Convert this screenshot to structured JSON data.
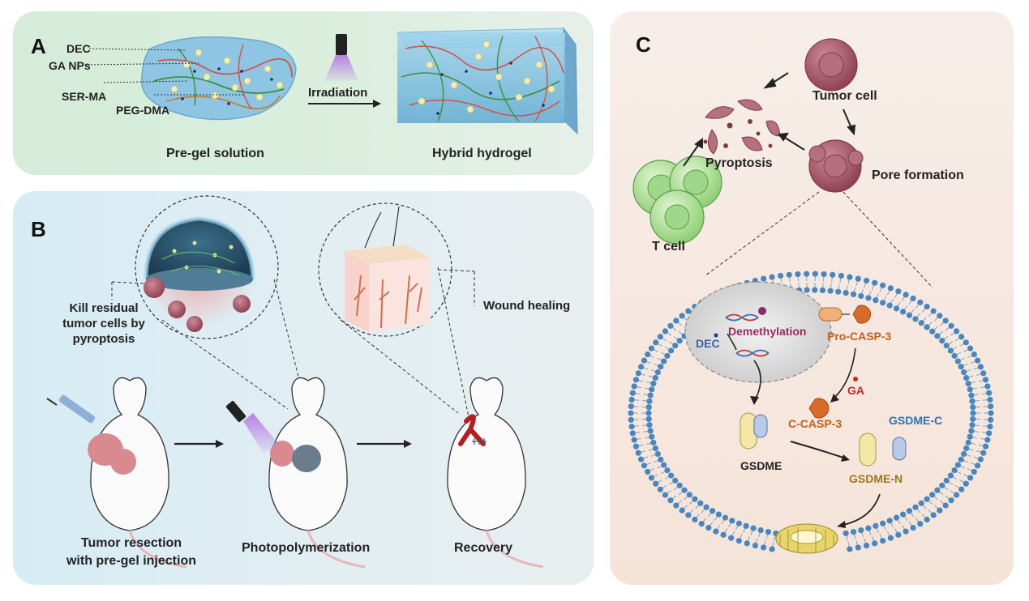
{
  "panel_a": {
    "label": "A",
    "components": [
      "DEC",
      "GA NPs",
      "SER-MA",
      "PEG-DMA"
    ],
    "arrow_label": "Irradiation",
    "left_caption": "Pre-gel solution",
    "right_caption": "Hybrid hydrogel"
  },
  "panel_b": {
    "label": "B",
    "kill_text": [
      "Kill residual",
      "tumor cells by",
      "pyroptosis"
    ],
    "wound_text": "Wound healing",
    "step1": [
      "Tumor resection",
      "with pre-gel injection"
    ],
    "step2": "Photopolymerization",
    "step3": "Recovery"
  },
  "panel_c": {
    "label": "C",
    "tumor_cell": "Tumor cell",
    "pyroptosis": "Pyroptosis",
    "pore_formation": "Pore formation",
    "t_cell": "T cell",
    "demethylation": "Demethylation",
    "dec": "DEC",
    "pro_casp3": "Pro-CASP-3",
    "ga": "GA",
    "c_casp3": "C-CASP-3",
    "gsdme": "GSDME",
    "gsdme_c": "GSDME-C",
    "gsdme_n": "GSDME-N"
  },
  "colors": {
    "panel_a_bg": "#d4ecd9",
    "panel_b_bg": "#d6ecf5",
    "panel_c_bg": "#f6e6dc",
    "tumor": "#a8596a",
    "tcell": "#b9e4a3",
    "membrane": "#4a86bd",
    "demethylation_text": "#9a2a63",
    "dec_text": "#3a5fa8",
    "casp_text": "#c0601a",
    "ga_text": "#c62828",
    "gsdme_c_text": "#2a72b8",
    "gsdme_n_text": "#9a7a18"
  }
}
